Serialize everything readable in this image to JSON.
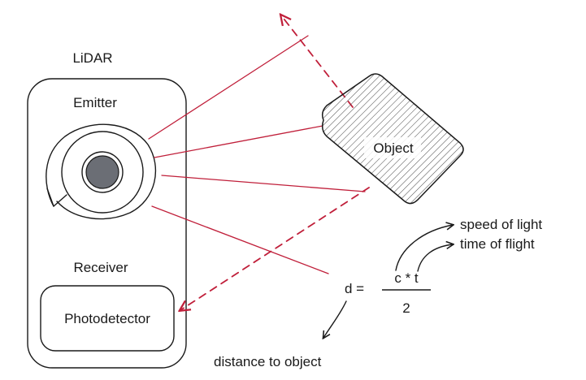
{
  "labels": {
    "lidar": "LiDAR",
    "emitter": "Emitter",
    "receiver": "Receiver",
    "photodetector": "Photodetector",
    "object": "Object"
  },
  "formula": {
    "lhs": "d =",
    "numerator": "c * t",
    "denominator": "2"
  },
  "annotations": {
    "speed_of_light": "speed of light",
    "time_of_flight": "time of flight",
    "distance_to_object": "distance to object"
  },
  "colors": {
    "ray": "#c01f3a",
    "outline": "#1a1a1a",
    "lens_fill": "#6b6e75"
  }
}
